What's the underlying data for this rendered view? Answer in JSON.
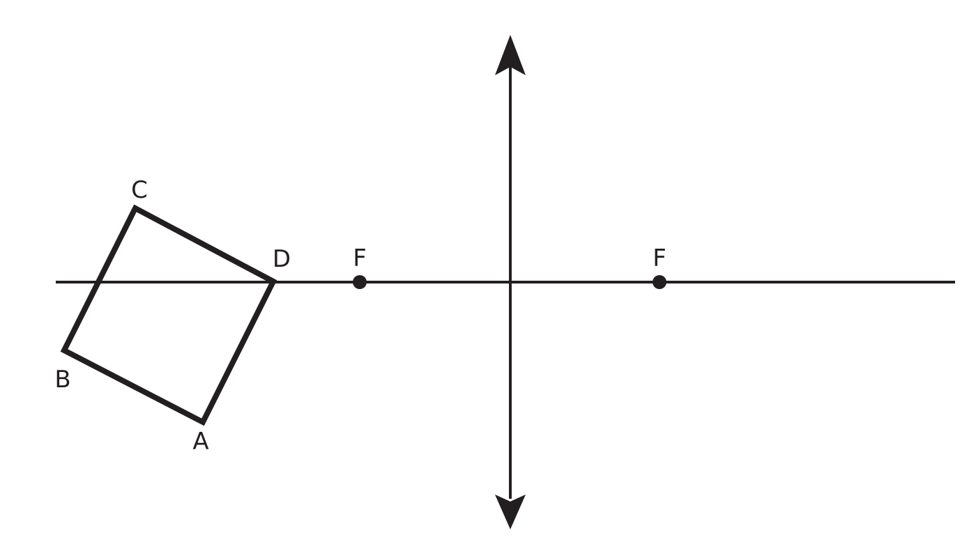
{
  "diagram": {
    "colors": {
      "background": "#ffffff",
      "stroke": "#231f20"
    },
    "vertices": {
      "a": "A",
      "b": "B",
      "c": "C",
      "d": "D"
    },
    "focal_points": {
      "left": "F",
      "right": "F"
    }
  }
}
